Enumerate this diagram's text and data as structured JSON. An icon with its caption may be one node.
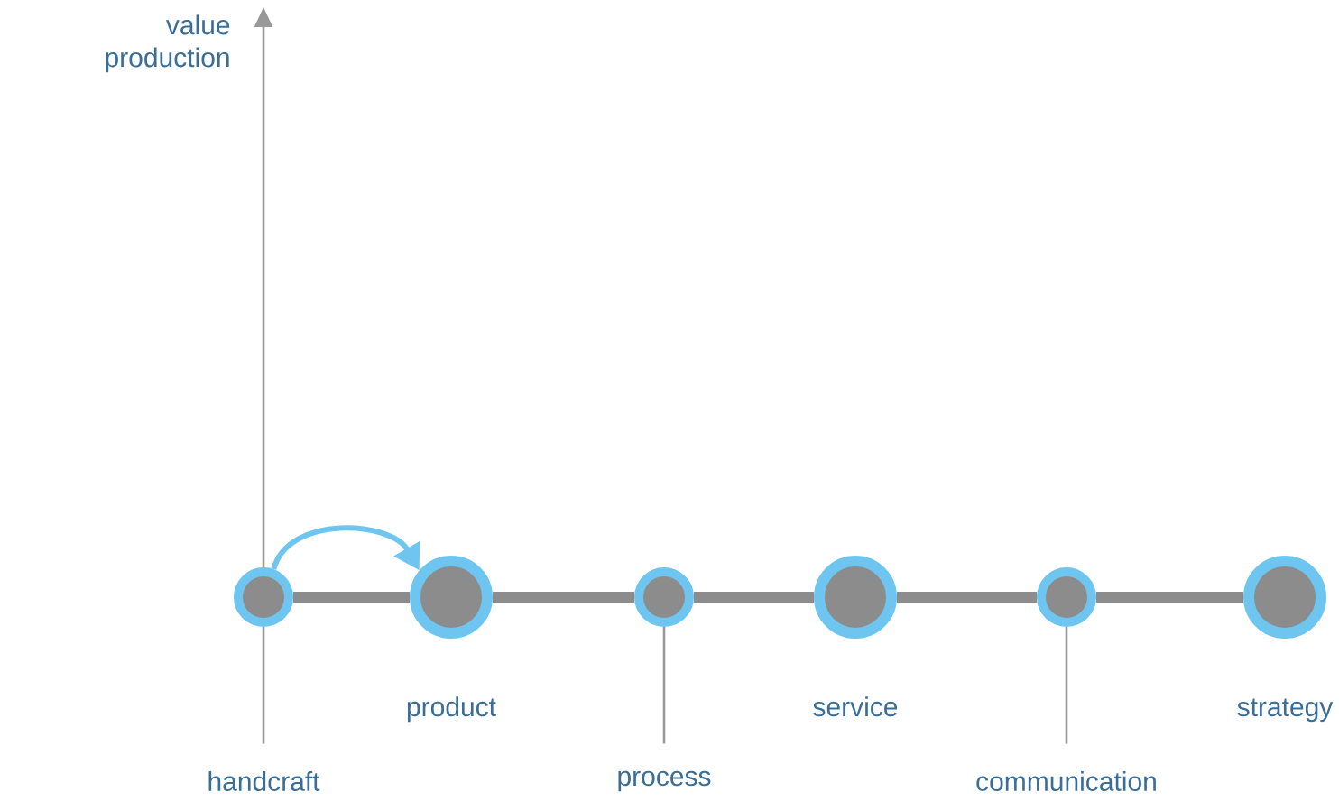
{
  "diagram": {
    "nodes": [
      {
        "text": [],
        "shape": "circle"
      },
      {
        "text": [],
        "shape": "circle",
        "beside": [
          "product"
        ]
      },
      {
        "text": [],
        "shape": "circle"
      },
      {
        "text": [],
        "shape": "circle",
        "beside": [
          "service"
        ]
      },
      {
        "text": [],
        "shape": "circle"
      },
      {
        "text": [],
        "shape": "circle",
        "beside": [
          "strategy"
        ]
      },
      {
        "text": [
          "handcraft"
        ]
      },
      {
        "text": [
          "process"
        ]
      },
      {
        "text": [
          "communication"
        ]
      }
    ],
    "edges": [
      {
        "from": 0,
        "to": 1,
        "arrow": "none"
      },
      {
        "from": 1,
        "to": 2,
        "arrow": "none"
      },
      {
        "from": 2,
        "to": 3,
        "arrow": "none"
      },
      {
        "from": 3,
        "to": 4,
        "arrow": "none"
      },
      {
        "from": 4,
        "to": 5,
        "arrow": "none"
      },
      {
        "from": 0,
        "to": 1,
        "arrow": "to",
        "color": "#6ec6f0"
      },
      {
        "from": 0,
        "to": 6,
        "arrow": "none"
      },
      {
        "from": 2,
        "to": 7,
        "arrow": "none"
      },
      {
        "from": 4,
        "to": 8,
        "arrow": "none"
      }
    ],
    "labels": [
      "value production"
    ]
  }
}
